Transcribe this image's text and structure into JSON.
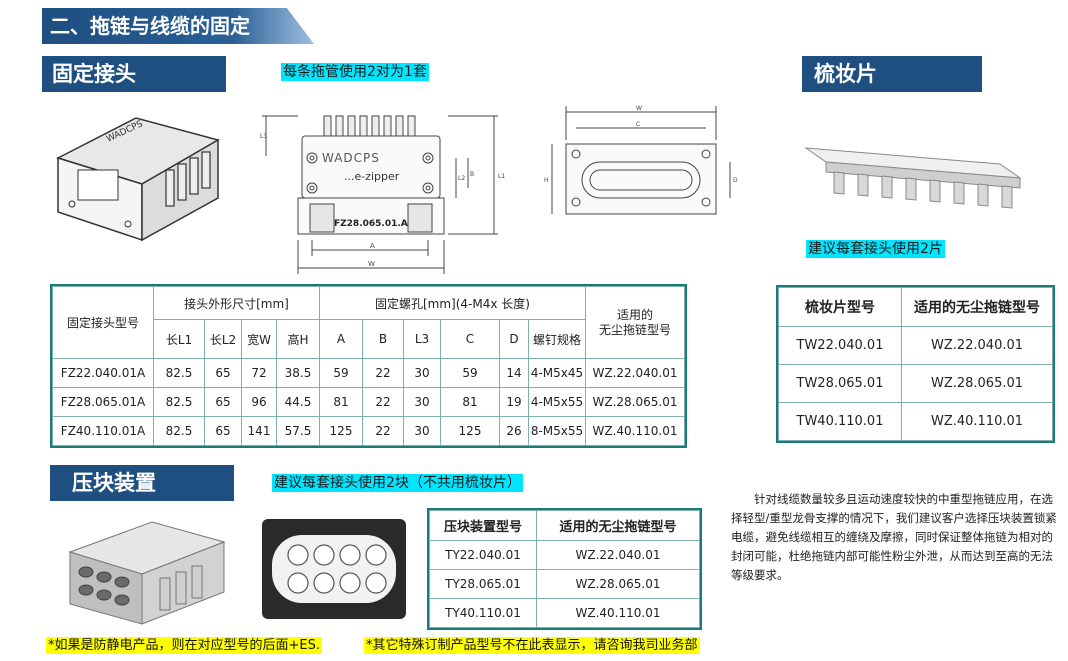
{
  "section_title": "二、拖链与线缆的固定",
  "fixed_joint": {
    "title": "固定接头",
    "pair_note": "每条拖管使用2对为1套",
    "drawing_text": {
      "brand": "WADCPS",
      "sub": "...e-zipper",
      "model": "FZ28.065.01.A"
    },
    "table": {
      "model_header": "固定接头型号",
      "dims_header": "接头外形尺寸[mm]",
      "holes_header": "固定螺孔[mm](4-M4x 长度)",
      "chain_header": "适用的\n无尘拖链型号",
      "sub_headers": [
        "长L1",
        "长L2",
        "宽W",
        "高H",
        "A",
        "B",
        "L3",
        "C",
        "D",
        "螺钉规格"
      ],
      "rows": [
        [
          "FZ22.040.01A",
          "82.5",
          "65",
          "72",
          "38.5",
          "59",
          "22",
          "30",
          "59",
          "14",
          "4-M5x45",
          "WZ.22.040.01"
        ],
        [
          "FZ28.065.01A",
          "82.5",
          "65",
          "96",
          "44.5",
          "81",
          "22",
          "30",
          "81",
          "19",
          "4-M5x55",
          "WZ.28.065.01"
        ],
        [
          "FZ40.110.01A",
          "82.5",
          "65",
          "141",
          "57.5",
          "125",
          "22",
          "30",
          "125",
          "26",
          "8-M5x55",
          "WZ.40.110.01"
        ]
      ]
    }
  },
  "comb": {
    "title": "梳妆片",
    "note": "建议每套接头使用2片",
    "table": {
      "headers": [
        "梳妆片型号",
        "适用的无尘拖链型号"
      ],
      "rows": [
        [
          "TW22.040.01",
          "WZ.22.040.01"
        ],
        [
          "TW28.065.01",
          "WZ.28.065.01"
        ],
        [
          "TW40.110.01",
          "WZ.40.110.01"
        ]
      ]
    }
  },
  "clamp": {
    "title": "压块装置",
    "note": "建议每套接头使用2块（不共用梳妆片）",
    "table": {
      "headers": [
        "压块装置型号",
        "适用的无尘拖链型号"
      ],
      "rows": [
        [
          "TY22.040.01",
          "WZ.22.040.01"
        ],
        [
          "TY28.065.01",
          "WZ.28.065.01"
        ],
        [
          "TY40.110.01",
          "WZ.40.110.01"
        ]
      ]
    }
  },
  "description": "针对线缆数量较多且运动速度较快的中重型拖链应用，在选择轻型/重型龙骨支撑的情况下，我们建议客户选择压块装置锁紧电缆，避免线缆相互的缠绕及摩擦，同时保证整体拖链为相对的封闭可能，杜绝拖链内部可能性粉尘外泄，从而达到至高的无法等级要求。",
  "footnotes": {
    "antistatic": "*如果是防静电产品，则在对应型号的后面+ES.",
    "custom": "*其它特殊订制产品型号不在此表显示，请咨询我司业务部"
  }
}
